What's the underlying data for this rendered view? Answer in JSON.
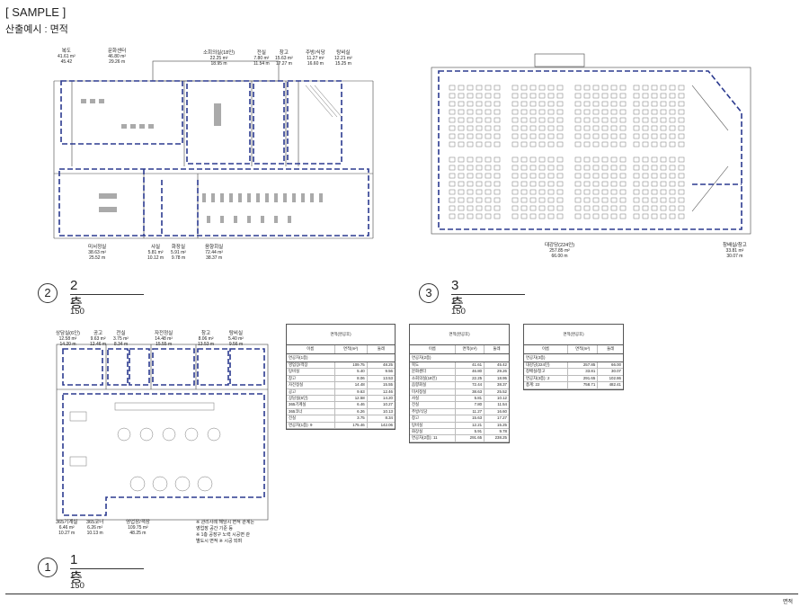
{
  "header": {
    "title": "[ SAMPLE ]",
    "subtitle": "산출예시 : 면적"
  },
  "footer": {
    "label": "면적"
  },
  "plans": {
    "floor2": {
      "number": "2",
      "floor": "2층",
      "scale": "1 : 150",
      "rooms": [
        {
          "name": "복도",
          "area": "41.61 m²",
          "perim": "45.42"
        },
        {
          "name": "문화센터",
          "area": "46.80 m²",
          "perim": "29.26 m"
        },
        {
          "name": "소회의실(18인)",
          "area": "22.25 m²",
          "perim": "18.95 m"
        },
        {
          "name": "전실",
          "area": "7.80 m²",
          "perim": "11.54 m"
        },
        {
          "name": "창고",
          "area": "15.63 m²",
          "perim": "17.27 m"
        },
        {
          "name": "주방/식당",
          "area": "11.27 m²",
          "perim": "16.60 m"
        },
        {
          "name": "탕비실",
          "area": "12.21 m²",
          "perim": "15.25 m"
        },
        {
          "name": "미서정실",
          "area": "38.63 m²",
          "perim": "25.52 m"
        },
        {
          "name": "샤실",
          "area": "5.81 m²",
          "perim": "10.12 m"
        },
        {
          "name": "화장실",
          "area": "5.91 m²",
          "perim": "9.78 m"
        },
        {
          "name": "음향회실",
          "area": "72.44 m²",
          "perim": "38.37 m"
        }
      ]
    },
    "floor3": {
      "number": "3",
      "floor": "3층",
      "scale": "1 : 150",
      "rooms": [
        {
          "name": "대강당(224인)",
          "area": "257.85 m²",
          "perim": "66.00 m"
        },
        {
          "name": "창배실/창고",
          "area": "33.81 m²",
          "perim": "30.07 m"
        }
      ]
    },
    "floor1": {
      "number": "1",
      "floor": "1층",
      "scale": "1 : 150",
      "rooms": [
        {
          "name": "상담실(6인)",
          "area": "12.58 m²",
          "perim": "14.20 m"
        },
        {
          "name": "공고",
          "area": "9.63 m²",
          "perim": "12.46 m"
        },
        {
          "name": "전실",
          "area": "3.75 m²",
          "perim": "8.34 m"
        },
        {
          "name": "자전정실",
          "area": "14.48 m²",
          "perim": "15.55 m"
        },
        {
          "name": "창고",
          "area": "8.06 m²",
          "perim": "13.53 m"
        },
        {
          "name": "탕비실",
          "area": "5.40 m²",
          "perim": "9.56 m"
        },
        {
          "name": "365기계실",
          "area": "6.46 m²",
          "perim": "10.27 m"
        },
        {
          "name": "365코너",
          "area": "6.26 m²",
          "perim": "10.13 m"
        },
        {
          "name": "영업장/객장",
          "area": "109.75 m²",
          "perim": "48.25 m"
        }
      ],
      "note": [
        "※ 관리사례 해당시 면적 관계는",
        "영업장 공간 기준 등",
        "※ 1층 공장구 노력 시공면 관",
        "별도시 면적 ※ 시공 되며"
      ]
    }
  },
  "tables": [
    {
      "caption": "면적(완공후)",
      "headers": [
        "이름",
        "면적(m²)",
        "둘레"
      ],
      "group": "면공차(1층)",
      "rows": [
        [
          "영업장/객장",
          "109.75",
          "48.25"
        ],
        [
          "탕비실",
          "5.40",
          "9.56"
        ],
        [
          "창고",
          "8.06",
          "13.53"
        ],
        [
          "자전정실",
          "14.48",
          "15.55"
        ],
        [
          "공고",
          "9.63",
          "12.46"
        ],
        [
          "상담실(6인)",
          "12.58",
          "14.20"
        ],
        [
          "365기계실",
          "6.46",
          "10.27"
        ],
        [
          "365코너",
          "6.26",
          "10.13"
        ],
        [
          "전실",
          "3.75",
          "8.34"
        ]
      ],
      "total": [
        "면공차(1층): 9",
        "175.46",
        "142.06"
      ]
    },
    {
      "caption": "면적(완공후)",
      "headers": [
        "이름",
        "면적(m²)",
        "둘레"
      ],
      "group": "면공차(2층)",
      "rows": [
        [
          "복도",
          "41.61",
          "45.42"
        ],
        [
          "문화센터",
          "46.80",
          "29.26"
        ],
        [
          "소회의실(18인)",
          "22.25",
          "18.95"
        ],
        [
          "음향회실",
          "72.44",
          "38.37"
        ],
        [
          "미서정실",
          "38.63",
          "25.52"
        ],
        [
          "샤실",
          "5.81",
          "10.12"
        ],
        [
          "전실",
          "7.80",
          "11.54"
        ],
        [
          "주방/식당",
          "11.27",
          "16.60"
        ],
        [
          "창고",
          "15.63",
          "17.27"
        ],
        [
          "탕비실",
          "12.21",
          "15.25"
        ],
        [
          "화장실",
          "5.91",
          "9.78"
        ]
      ],
      "total": [
        "면공차(2층): 11",
        "291.65",
        "238.25"
      ]
    },
    {
      "caption": "면적(완공후)",
      "headers": [
        "이름",
        "면적(m²)",
        "둘레"
      ],
      "group": "면공차(3층)",
      "rows": [
        [
          "대강당(224인)",
          "257.85",
          "66.00"
        ],
        [
          "창배실/창고",
          "33.81",
          "30.07"
        ],
        [
          "면공차(3층): 2",
          "291.65",
          "102.86"
        ]
      ],
      "total": [
        "총계: 22",
        "758.71",
        "482.41"
      ]
    }
  ],
  "colors": {
    "boundary": "#2b3a8f",
    "line": "#444444"
  }
}
